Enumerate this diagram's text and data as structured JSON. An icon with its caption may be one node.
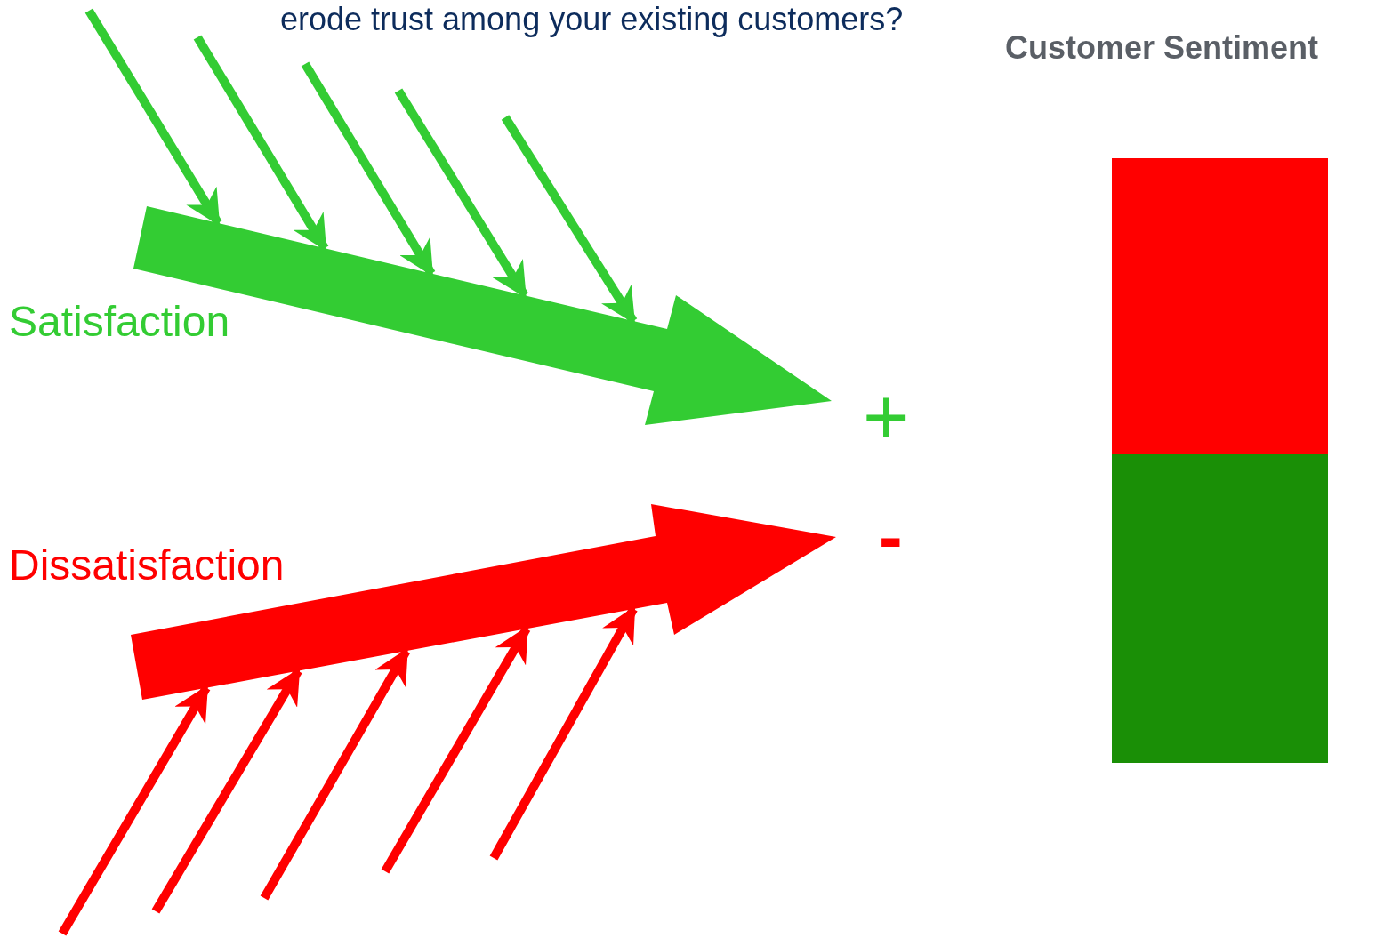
{
  "diagram": {
    "nodes": [
      {
        "text": [],
        "shape": "arrow"
      },
      {
        "text": [],
        "shape": "arrow"
      }
    ],
    "edges": [
      {
        "from": null,
        "to": 0,
        "arrow": "to",
        "color": "#33cc33"
      },
      {
        "from": null,
        "to": 0,
        "arrow": "to",
        "color": "#33cc33"
      },
      {
        "from": null,
        "to": 0,
        "arrow": "to",
        "color": "#33cc33"
      },
      {
        "from": null,
        "to": 0,
        "arrow": "to",
        "color": "#33cc33"
      },
      {
        "from": null,
        "to": 0,
        "arrow": "to",
        "color": "#33cc33"
      },
      {
        "from": null,
        "to": 1,
        "arrow": "to",
        "color": "#ff0000"
      },
      {
        "from": null,
        "to": 1,
        "arrow": "to",
        "color": "#ff0000"
      },
      {
        "from": null,
        "to": 1,
        "arrow": "to",
        "color": "#ff0000"
      },
      {
        "from": null,
        "to": 1,
        "arrow": "to",
        "color": "#ff0000"
      },
      {
        "from": null,
        "to": 1,
        "arrow": "to",
        "color": "#ff0000"
      }
    ],
    "labels": [
      "erode trust among your existing customers?",
      "Customer Sentiment",
      "Satisfaction",
      "+",
      "-",
      "Dissatisfaction"
    ]
  }
}
